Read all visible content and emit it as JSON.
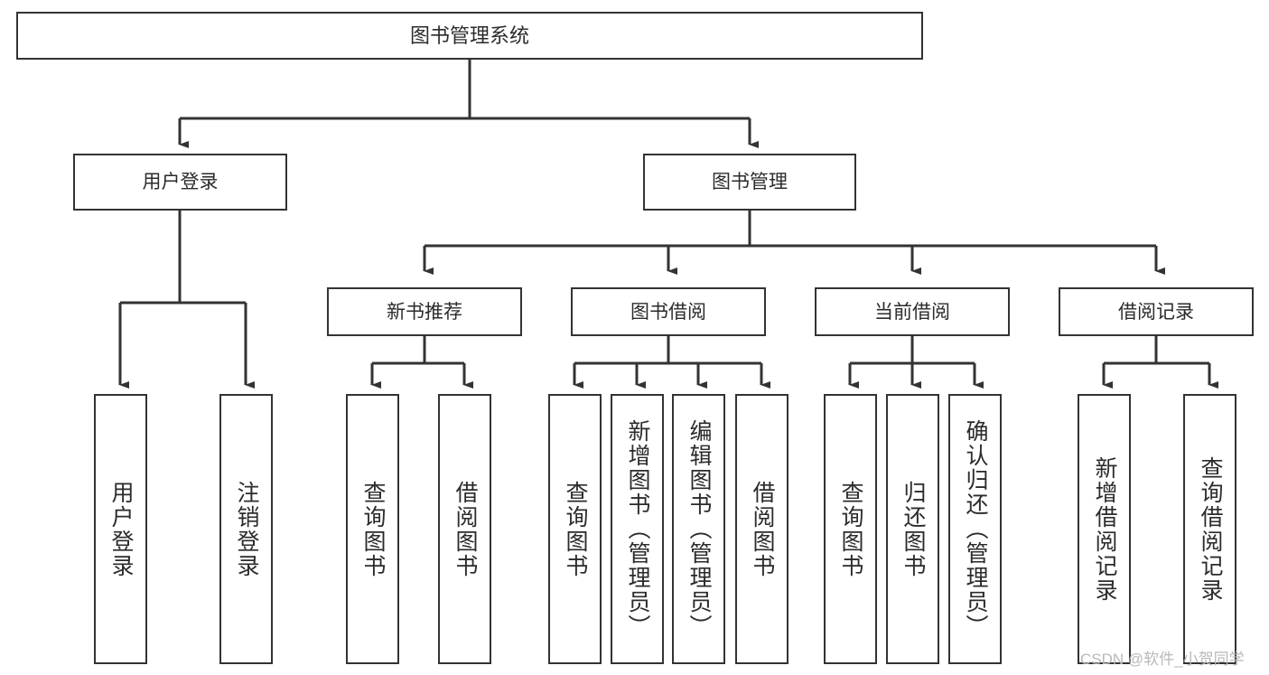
{
  "diagram": {
    "title": "图书管理系统",
    "type": "hierarchy-tree",
    "orientation": "top-down",
    "colors": {
      "box_border": "#333333",
      "box_fill": "#ffffff",
      "connector": "#333333",
      "text": "#2b2b2b",
      "watermark": "#b8b8b8",
      "background": "#ffffff"
    },
    "levels": {
      "level1": [
        "图书管理系统"
      ],
      "level2": [
        "用户登录",
        "图书管理"
      ],
      "level3": [
        "新书推荐",
        "图书借阅",
        "当前借阅",
        "借阅记录"
      ],
      "level4": [
        "用户登录",
        "注销登录",
        "查询图书",
        "借阅图书",
        "查询图书",
        "新增图书（管理员）",
        "编辑图书（管理员）",
        "借阅图书",
        "查询图书",
        "归还图书",
        "确认归还（管理员）",
        "新增借阅记录",
        "查询借阅记录"
      ]
    },
    "nodes": {
      "root": {
        "label": "图书管理系统"
      },
      "user_login": {
        "label": "用户登录"
      },
      "book_manage": {
        "label": "图书管理"
      },
      "new_book_rec": {
        "label": "新书推荐"
      },
      "book_borrow": {
        "label": "图书借阅"
      },
      "current_borrow": {
        "label": "当前借阅"
      },
      "borrow_record": {
        "label": "借阅记录"
      },
      "leaf_user_login": {
        "label": "用户登录"
      },
      "leaf_logout": {
        "label": "注销登录"
      },
      "leaf_query_book_1": {
        "label": "查询图书"
      },
      "leaf_borrow_book_1": {
        "label": "借阅图书"
      },
      "leaf_query_book_2": {
        "label": "查询图书"
      },
      "leaf_add_book_admin": {
        "label": "新增图书（管理员）"
      },
      "leaf_edit_book_admin": {
        "label": "编辑图书（管理员）"
      },
      "leaf_borrow_book_2": {
        "label": "借阅图书"
      },
      "leaf_query_book_3": {
        "label": "查询图书"
      },
      "leaf_return_book": {
        "label": "归还图书"
      },
      "leaf_confirm_return_admin": {
        "label": "确认归还（管理员）"
      },
      "leaf_add_borrow_record": {
        "label": "新增借阅记录"
      },
      "leaf_query_borrow_record": {
        "label": "查询借阅记录"
      }
    },
    "edges": [
      {
        "from": "root",
        "to": "user_login"
      },
      {
        "from": "root",
        "to": "book_manage"
      },
      {
        "from": "user_login",
        "to": "leaf_user_login"
      },
      {
        "from": "user_login",
        "to": "leaf_logout"
      },
      {
        "from": "book_manage",
        "to": "new_book_rec"
      },
      {
        "from": "book_manage",
        "to": "book_borrow"
      },
      {
        "from": "book_manage",
        "to": "current_borrow"
      },
      {
        "from": "book_manage",
        "to": "borrow_record"
      },
      {
        "from": "new_book_rec",
        "to": "leaf_query_book_1"
      },
      {
        "from": "new_book_rec",
        "to": "leaf_borrow_book_1"
      },
      {
        "from": "book_borrow",
        "to": "leaf_query_book_2"
      },
      {
        "from": "book_borrow",
        "to": "leaf_add_book_admin"
      },
      {
        "from": "book_borrow",
        "to": "leaf_edit_book_admin"
      },
      {
        "from": "book_borrow",
        "to": "leaf_borrow_book_2"
      },
      {
        "from": "current_borrow",
        "to": "leaf_query_book_3"
      },
      {
        "from": "current_borrow",
        "to": "leaf_return_book"
      },
      {
        "from": "current_borrow",
        "to": "leaf_confirm_return_admin"
      },
      {
        "from": "borrow_record",
        "to": "leaf_add_borrow_record"
      },
      {
        "from": "borrow_record",
        "to": "leaf_query_borrow_record"
      }
    ]
  },
  "watermark": {
    "text": "CSDN @软件_小贺同学"
  }
}
